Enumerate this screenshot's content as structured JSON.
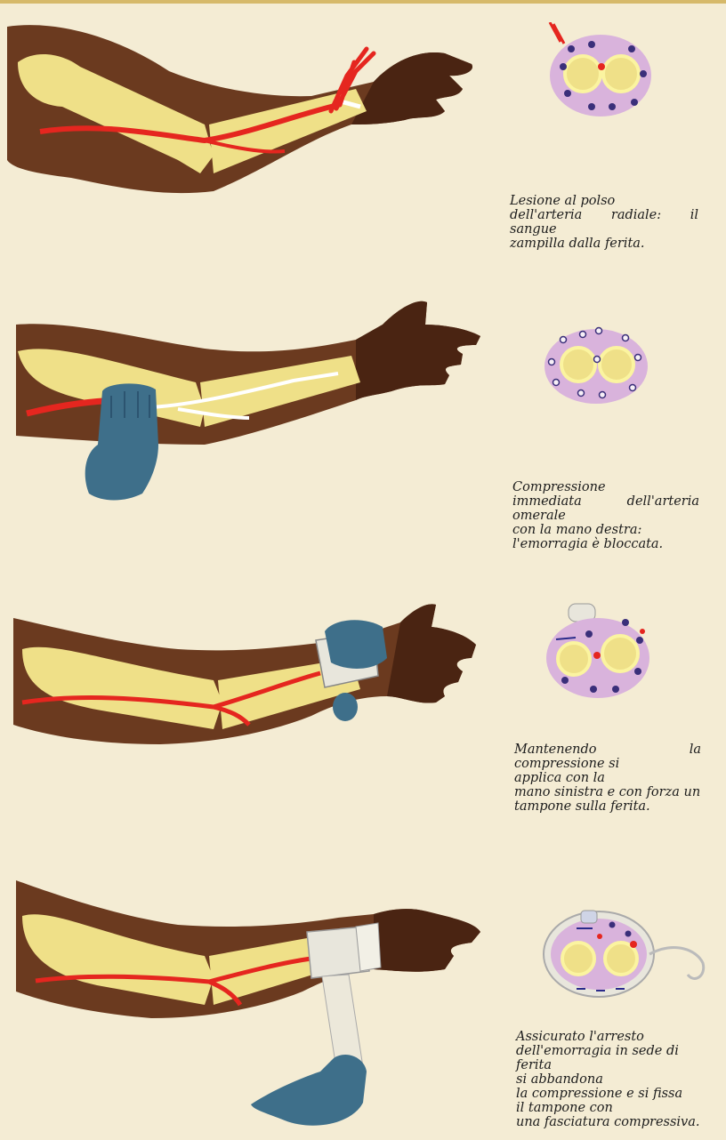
{
  "panels": [
    {
      "caption": "Lesione al polso\ndell'arteria radiale: il sangue\nzampilla dalla ferita."
    },
    {
      "caption": "Compressione\nimmediata dell'arteria omerale\ncon la mano destra:\nl'emorragia è bloccata."
    },
    {
      "caption": "Mantenendo la compressione si\napplica con la\nmano sinistra e con forza un\ntampone sulla ferita."
    },
    {
      "caption": "Assicurato l'arresto\ndell'emorragia in sede di ferita\nsi abbandona\nla compressione e si fissa\nil tampone con\nuna fasciatura compressiva."
    }
  ],
  "colors": {
    "background": "#f4ecd4",
    "skin": "#6b3a1f",
    "skin_dark": "#4a2412",
    "bone": "#efe088",
    "artery": "#e5261f",
    "glove": "#3e6f8a",
    "section_fill": "#d9b3dc",
    "bandage": "#e8e6dc"
  }
}
